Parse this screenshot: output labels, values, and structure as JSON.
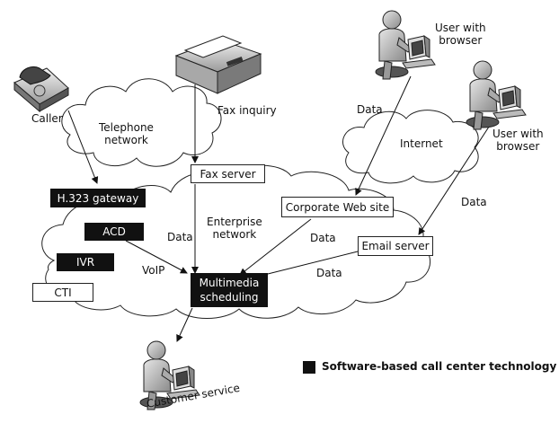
{
  "clouds": {
    "telephone": "Telephone\nnetwork",
    "internet": "Internet",
    "enterprise": "Enterprise\nnetwork"
  },
  "nodes": {
    "caller": "Caller",
    "fax_inquiry": "Fax inquiry",
    "user_top": "User with\nbrowser",
    "user_right": "User with\nbrowser",
    "customer_service": "Customer service"
  },
  "boxes": {
    "h323": "H.323 gateway",
    "acd": "ACD",
    "ivr": "IVR",
    "cti": "CTI",
    "fax_server": "Fax server",
    "web_site": "Corporate Web site",
    "email_server": "Email server",
    "multimedia": "Multimedia\nscheduling"
  },
  "edge_labels": {
    "data_fax": "Data",
    "voip": "VoIP",
    "data_web": "Data",
    "data_user_top": "Data",
    "data_user_right": "Data",
    "data_email": "Data"
  },
  "legend": {
    "label": "Software-based call center technology",
    "color": "#111111"
  },
  "icons": {
    "phone": "telephone-icon",
    "fax": "fax-machine-icon",
    "user": "user-at-computer-icon"
  }
}
